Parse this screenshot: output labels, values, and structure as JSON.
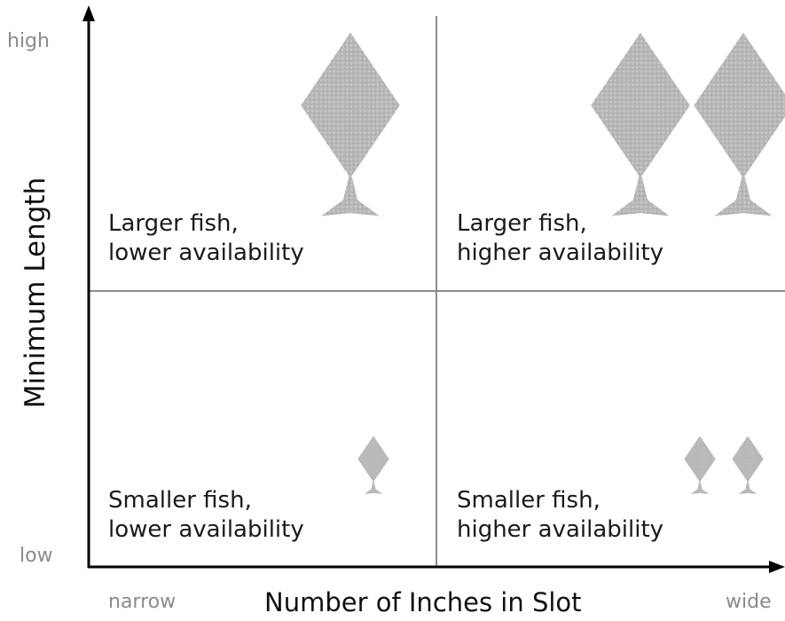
{
  "y_axis": {
    "title": "Minimum Length",
    "high_label": "high",
    "low_label": "low"
  },
  "x_axis": {
    "title": "Number of Inches in Slot",
    "narrow_label": "narrow",
    "wide_label": "wide"
  },
  "quadrants": {
    "top_left": {
      "line1": "Larger fish,",
      "line2": "lower availability",
      "fish_count": 1,
      "fish_size": "large"
    },
    "top_right": {
      "line1": "Larger fish,",
      "line2": "higher availability",
      "fish_count": 2,
      "fish_size": "large"
    },
    "bottom_left": {
      "line1": "Smaller fish,",
      "line2": "lower availability",
      "fish_count": 1,
      "fish_size": "small"
    },
    "bottom_right": {
      "line1": "Smaller fish,",
      "line2": "higher availability",
      "fish_count": 2,
      "fish_size": "small"
    }
  },
  "colors": {
    "divider": "#8c8c8c",
    "axis": "#000000",
    "fish": "#b3b3b3",
    "end_label": "#8a8a8a"
  }
}
